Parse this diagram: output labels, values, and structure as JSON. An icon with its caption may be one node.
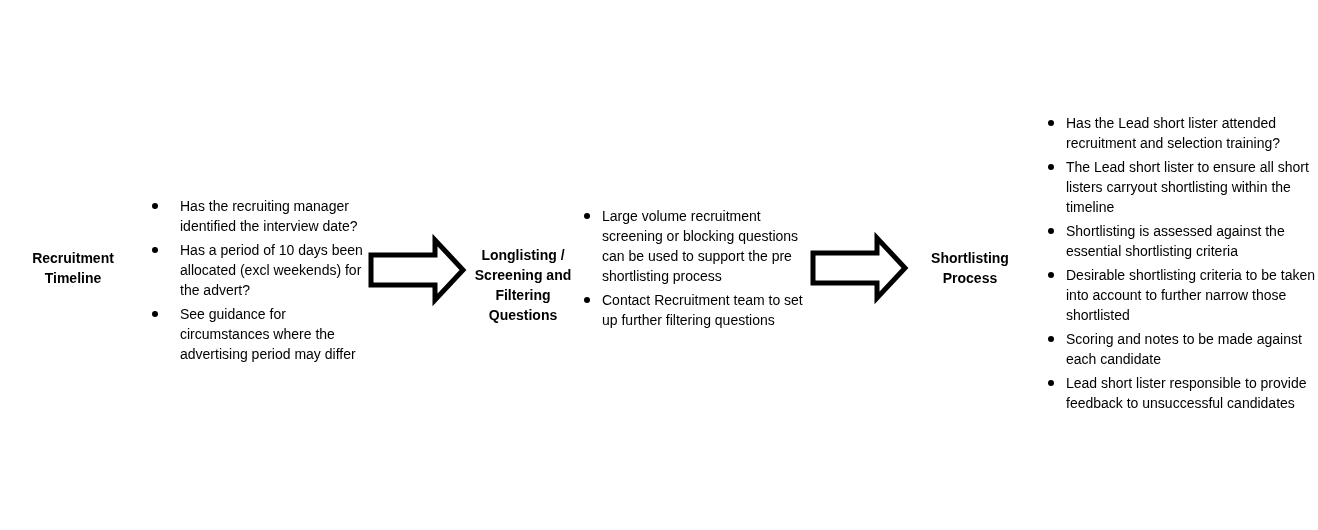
{
  "diagram": {
    "nodes": [
      {
        "text": [
          "Recruitment Timeline"
        ]
      },
      {
        "text": [
          "Has the recruiting manager identified the interview date?",
          "Has a period of 10 days been allocated (excl weekends) for the advert?",
          "See guidance for circumstances where the advertising period may differ"
        ]
      },
      {
        "text": [
          "Longlisting / Screening and Filtering Questions"
        ]
      },
      {
        "text": [
          "Large volume recruitment screening or blocking questions can be used to support the pre shortlisting process",
          "Contact Recruitment team to set up further filtering questions"
        ]
      },
      {
        "text": [
          "Shortlisting Process"
        ]
      },
      {
        "text": [
          "Has the Lead short lister attended recruitment and selection training?",
          "The Lead short lister to ensure all short listers carryout shortlisting within the timeline",
          "Shortlisting is assessed against the essential shortlisting criteria",
          "Desirable shortlisting criteria to be taken into account to further narrow those shortlisted",
          "Scoring and notes to be made against each candidate",
          "Lead short lister responsible to provide feedback to unsuccessful candidates"
        ]
      }
    ],
    "edges": [
      {
        "from": 1,
        "to": 2,
        "arrow": "to"
      },
      {
        "from": 3,
        "to": 4,
        "arrow": "to"
      }
    ]
  }
}
